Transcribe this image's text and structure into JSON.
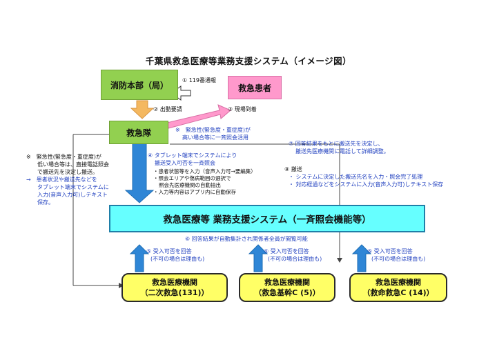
{
  "title": "千葉県救急医療等業務支援システム（イメージ図）",
  "nodes": {
    "fire_hq": "消防本部（局）",
    "patient": "救急患者",
    "ambulance": "救急隊",
    "system": "救急医療等 業務支援システム（一斉照会機能等）",
    "hosp1_line1": "救急医療機関",
    "hosp1_line2": "（二次救急(131)）",
    "hosp2_line1": "救急医療機関",
    "hosp2_line2": "（救急基幹C (5)）",
    "hosp3_line1": "救急医療機関",
    "hosp3_line2": "（救命救急C (14)）"
  },
  "labels": {
    "call119": "① 119番通報",
    "dispatch": "② 出動要請",
    "arrival": "③ 現場到着",
    "urgency_high_1": "※　緊急性(緊急度・重症度)が",
    "urgency_high_2": "高い場合等に一斉照会活用",
    "step4_1": "④ タブレット端末でシステムにより",
    "step4_2": "搬送受入可否を一斉照会",
    "step4_b1": "・患者状態等を入力（音声入力可→要編集）",
    "step4_b2": "・照会エリアや傷病範囲の選択で",
    "step4_b3": "照会先医療機関の自動抽出",
    "step4_b4": "・入力等内容はアプリ内に自動保存",
    "step7_1": "⑦ 回答結果をもとに搬送先を決定し、",
    "step7_2": "搬送先医療機関に電話して詳細調整。",
    "step8_title": "⑧ 搬送",
    "step8_b1": "・ システムに決定した搬送先名を入力・照会完了処理",
    "step8_b2": "・ 対応経過などをシステムに入力(音声入力可)しテキスト保存",
    "left_1": "※　緊急性(緊急度・重症度)が",
    "left_2": "低い場合等は、直接電話照会",
    "left_3": "で搬送先を決定し搬送。",
    "left_4": "→　患者状況や搬送先などを",
    "left_5": "タブレット端末でシステムに",
    "left_6": "入力(音声入力可)しテキスト",
    "left_7": "保存。",
    "step6": "⑥ 回答結果が自動集計され関係者全員が閲覧可能",
    "step5_1": "⑤ 受入可否を回答",
    "step5_2": "(不可の場合は理由も)"
  },
  "colors": {
    "green_box": "#92d050",
    "pink_box": "#ff99cc",
    "cyan_box": "#66ffff",
    "yellow_box": "#ffff66",
    "orange_arrow": "#f4b860",
    "blue_arrow": "#2f86d6",
    "note_blue": "#1f3fbf"
  }
}
